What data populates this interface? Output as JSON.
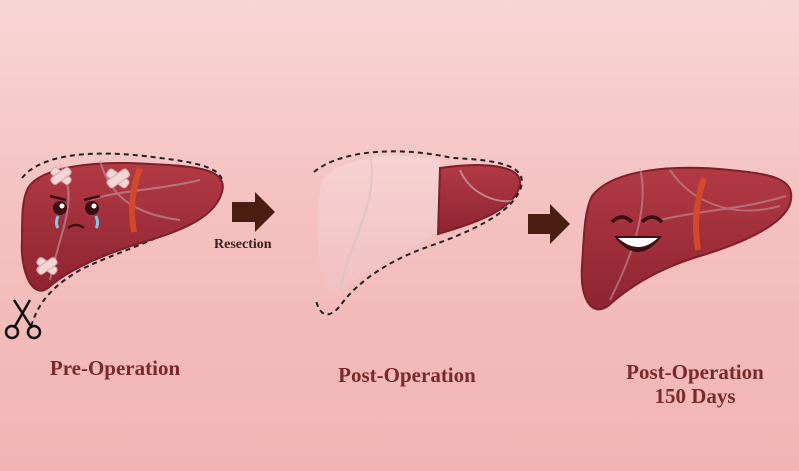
{
  "stages": [
    {
      "id": "pre",
      "label": "Pre-Operation"
    },
    {
      "id": "post",
      "label": "Post-Operation"
    },
    {
      "id": "post150",
      "label_line1": "Post-Operation",
      "label_line2": "150 Days"
    }
  ],
  "transitions": [
    {
      "label": "Resection"
    },
    {
      "label": ""
    }
  ],
  "colors": {
    "liver": "#a52e3a",
    "liver_dark": "#7e1f2b",
    "liver_light": "#f2c8c8",
    "arrow": "#4a1e10",
    "label": "#7a2a2a",
    "gallbladder": "#d24a2a"
  }
}
